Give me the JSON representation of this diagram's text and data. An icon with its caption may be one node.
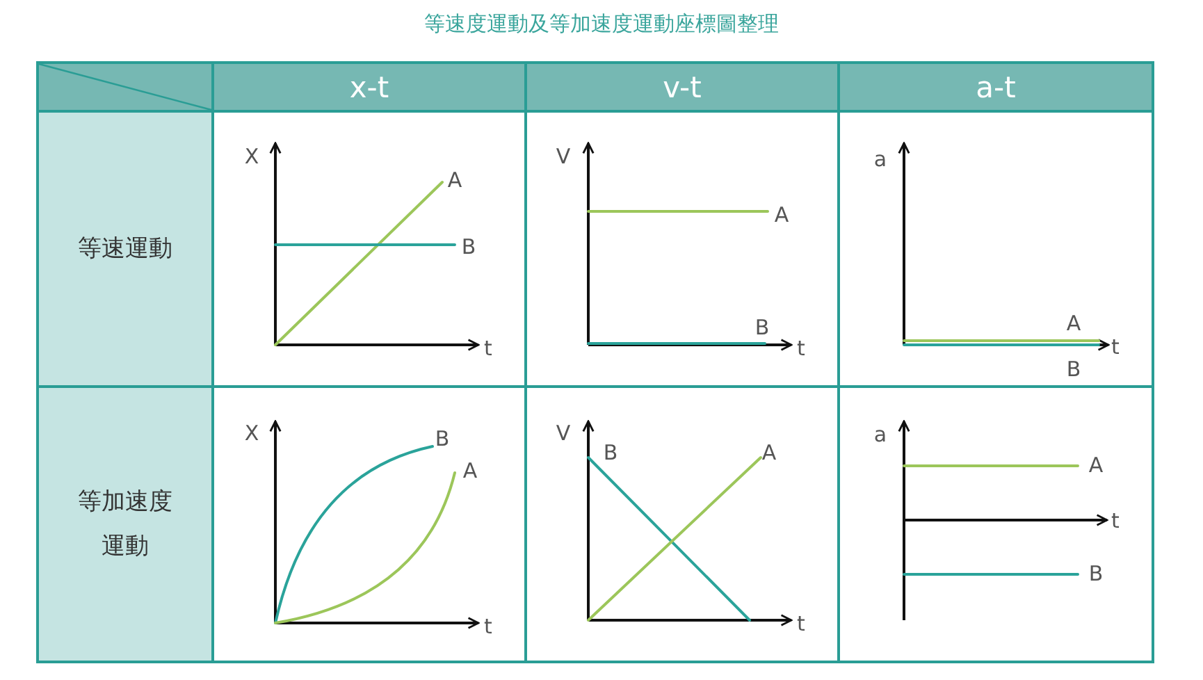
{
  "diagram": {
    "title": "等速度運動及等加速度運動座標圖整理",
    "labels": [
      "x-t",
      "v-t",
      "a-t",
      "等速運動",
      "X",
      "A",
      "B",
      "t",
      "V",
      "A",
      "B",
      "t",
      "a",
      "A",
      "t",
      "B",
      "等加速度運動",
      "X",
      "B",
      "A",
      "t",
      "V",
      "B",
      "A",
      "t",
      "a",
      "A",
      "t",
      "B"
    ]
  }
}
